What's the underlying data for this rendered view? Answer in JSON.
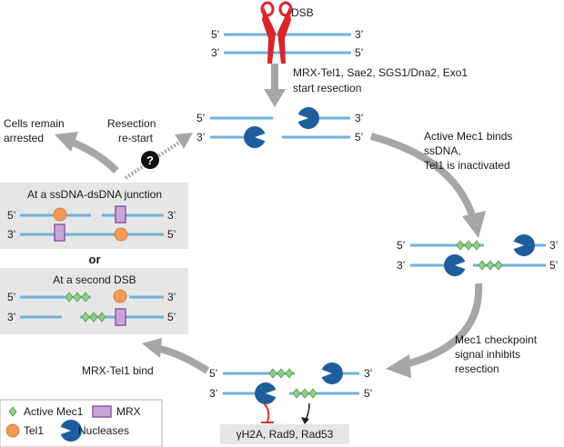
{
  "labels": {
    "dsb": "DSB",
    "start_resection": [
      "MRX-Tel1, Sae2, SGS1/Dna2, Exo1",
      "start resection"
    ],
    "cells_remain": [
      "Cells remain",
      "arrested"
    ],
    "resection_restart": [
      "Resection",
      "re-start"
    ],
    "question": "?",
    "active_mec1_binds": [
      "Active Mec1 binds",
      "ssDNA,",
      "Tel1 is inactivated"
    ],
    "junction_title": "At a ssDNA-dsDNA junction",
    "or": "or",
    "second_dsb_title": "At a second DSB",
    "mec1_checkpoint": [
      "Mec1 checkpoint",
      "signal inhibits",
      "resection"
    ],
    "mrx_tel1_bind": "MRX-Tel1 bind",
    "targets": "γH2A, Rad9, Rad53",
    "five_prime": "5’",
    "three_prime": "3’"
  },
  "legend": {
    "active_mec1": "Active Mec1",
    "mrx": "MRX",
    "tel1": "Tel1",
    "nucleases": "Nucleases"
  },
  "colors": {
    "dna": "#6fb2dc",
    "mec1": "#8fcf84",
    "tel1": "#f29a57",
    "mrx": "#c8a5d8",
    "nuclease": "#1f5e9c",
    "arrow": "#a6a6a6",
    "inhibit": "#d9342b",
    "scissors": "#d9262b"
  },
  "icons": {
    "cut": "scissors-icon",
    "unknown": "question-icon"
  }
}
